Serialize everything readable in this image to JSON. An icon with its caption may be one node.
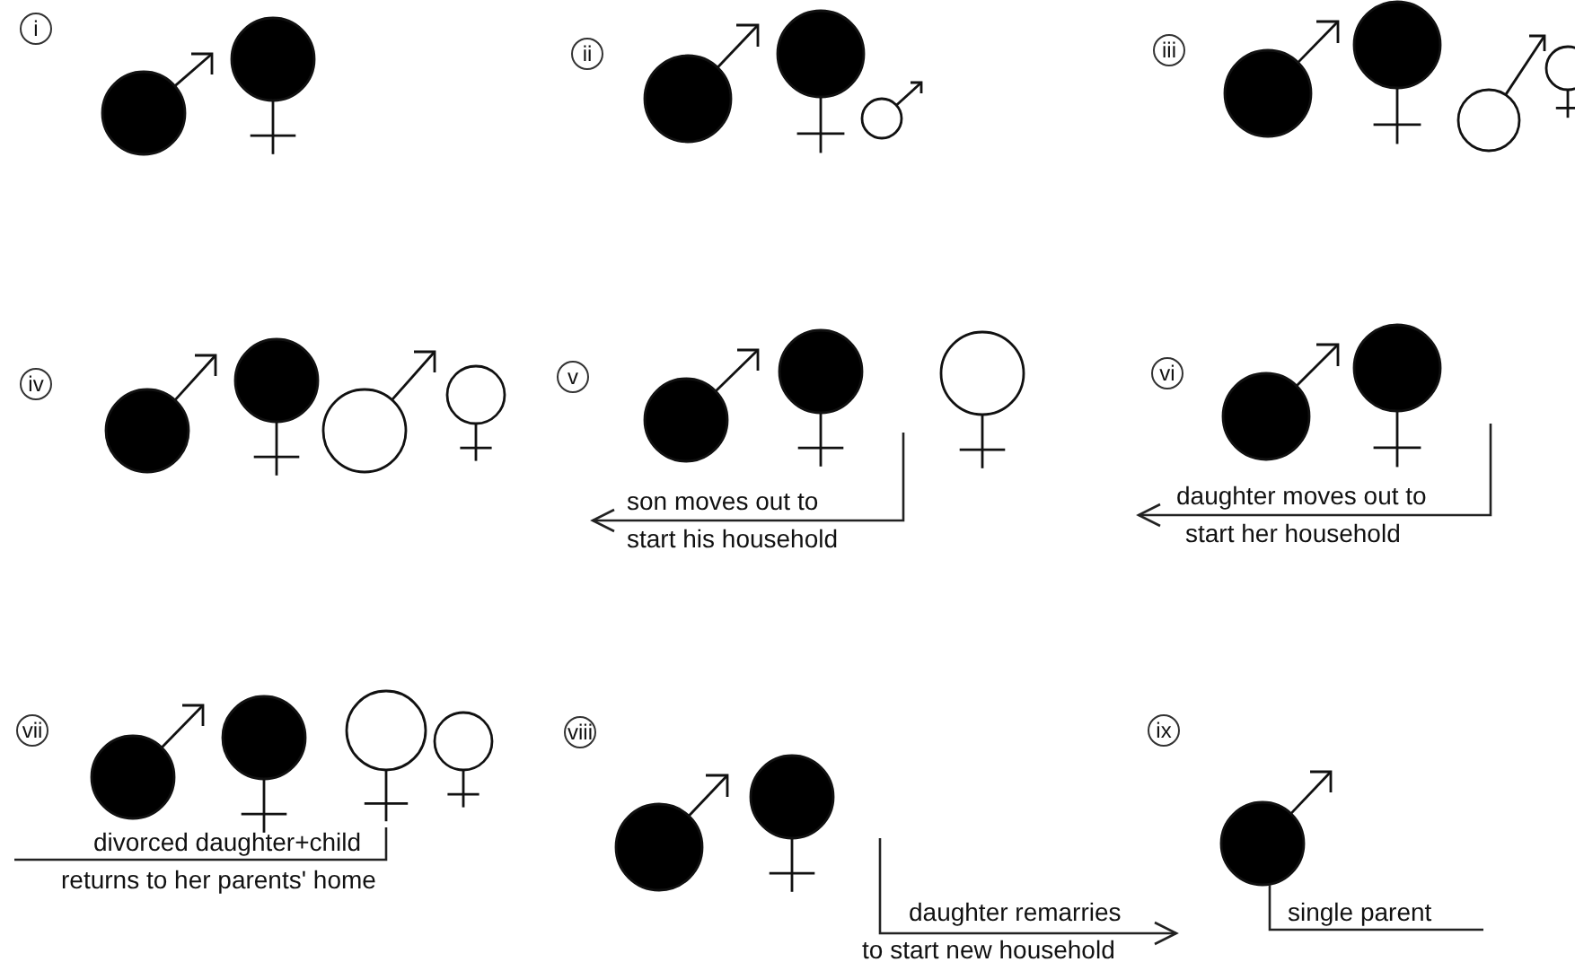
{
  "diagram": {
    "nodes": [
      {
        "text": [
          "i"
        ]
      },
      {
        "text": [
          "ii"
        ]
      },
      {
        "text": [
          "iii"
        ]
      },
      {
        "text": [
          "iv"
        ]
      },
      {
        "text": [
          "v"
        ]
      },
      {
        "text": [
          "vi"
        ]
      },
      {
        "text": [
          "vii"
        ]
      },
      {
        "text": [
          "viii"
        ]
      },
      {
        "text": [
          "ix"
        ]
      }
    ],
    "labels": [
      "son moves out to",
      "start his household",
      "daughter moves out to",
      "start her household",
      "divorced daughter+child",
      "returns to her parents' home",
      "daughter remarries",
      "to start new household",
      "single parent"
    ]
  }
}
